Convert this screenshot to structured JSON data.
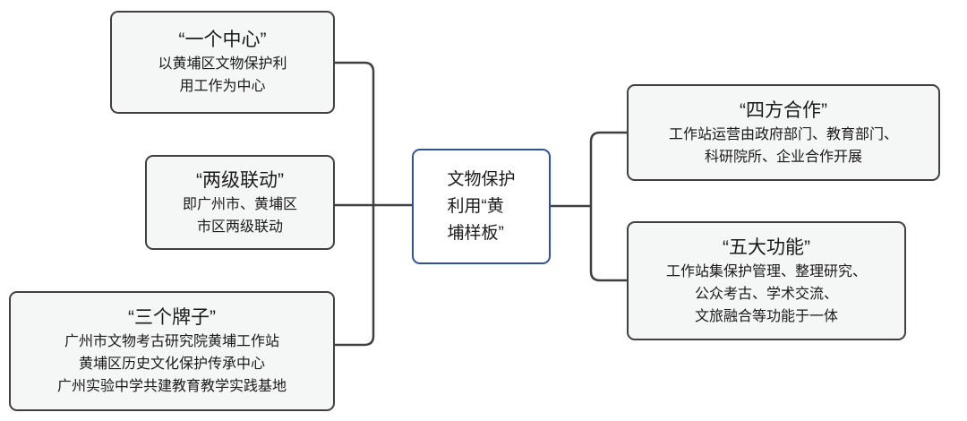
{
  "diagram": {
    "type": "flowchart",
    "center_node": {
      "text": "文物保护\n利用“黄\n埔样板”",
      "full_text": "文物保护利用“黄埔样板”"
    },
    "left_nodes": [
      {
        "title": "“一个中心”",
        "body": "以黄埔区文物保护利\n用工作为中心"
      },
      {
        "title": "“两级联动”",
        "body": "即广州市、黄埔区\n市区两级联动"
      },
      {
        "title": "“三个牌子”",
        "body": "广州市文物考古研究院黄埔工作站\n黄埔区历史文化保护传承中心\n广州实验中学共建教育教学实践基地"
      }
    ],
    "right_nodes": [
      {
        "title": "“四方合作”",
        "body": "工作站运营由政府部门、教育部门、\n科研院所、企业合作开展"
      },
      {
        "title": "“五大功能”",
        "body": "工作站集保护管理、整理研究、\n公众考古、学术交流、\n文旅融合等功能于一体"
      }
    ],
    "colors": {
      "node_border": "#404040",
      "node_fill": "#f5f6f6",
      "center_border": "#2F5496",
      "center_fill": "#ffffff",
      "connector": "#404040",
      "text": "#1a1a1a"
    }
  }
}
